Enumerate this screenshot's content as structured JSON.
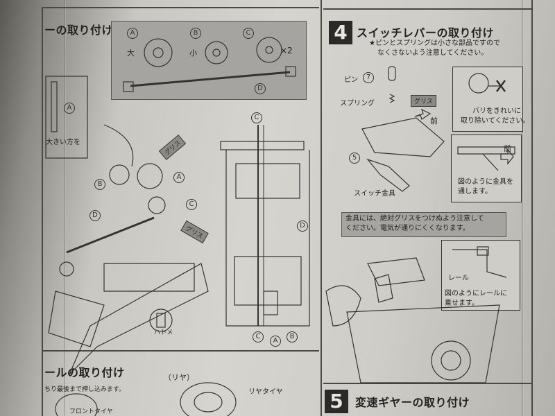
{
  "left_section": {
    "title_fragment": "ーの取り付け",
    "parts": [
      {
        "letter": "A",
        "size": "大"
      },
      {
        "letter": "B",
        "size": "小"
      },
      {
        "letter": "C",
        "size": ""
      }
    ],
    "multiplier": "×2",
    "shaft_letter": "D",
    "gear_tip_fragment": "大きい方を",
    "grease_tag": "グリス",
    "grommet_label": "ハトメ"
  },
  "bottom_left_section": {
    "title_fragment": "ールの取り付け",
    "rear_label": "（リヤ）",
    "note_fragment": "ちり最後まで押し込みます。",
    "rear_tire_label": "リヤタイヤ",
    "front_tire_fragment": "フロントタイヤ"
  },
  "step4": {
    "number": "4",
    "title": "スイッチレバーの取り付け",
    "note_line1": "★ピンとスプリングは小さな部品ですので",
    "note_line2": "なくさないよう注意してください。",
    "pin_label": "ピン",
    "pin_number": "7",
    "spring_label": "スプリング",
    "grease_tag": "グリス",
    "forward_label": "前",
    "burr_note_line1": "バリをきれいに",
    "burr_note_line2": "取り除いてください。",
    "part_number": "5",
    "switch_fitting_label": "スイッチ金具",
    "fitting_note_line1": "図のように金具を",
    "fitting_note_line2": "通します。",
    "forward_label_2": "前",
    "warning_line1": "金具には、絶対グリスをつけぬよう注意して",
    "warning_line2": "ください。電気が通りにくくなります。",
    "rail_label": "レール",
    "rail_note_line1": "図のようにレールに",
    "rail_note_line2": "乗せます。"
  },
  "step5": {
    "number": "5",
    "title": "変速ギヤーの取り付け"
  },
  "chassis_labels": [
    "C",
    "D",
    "C",
    "A",
    "B"
  ]
}
